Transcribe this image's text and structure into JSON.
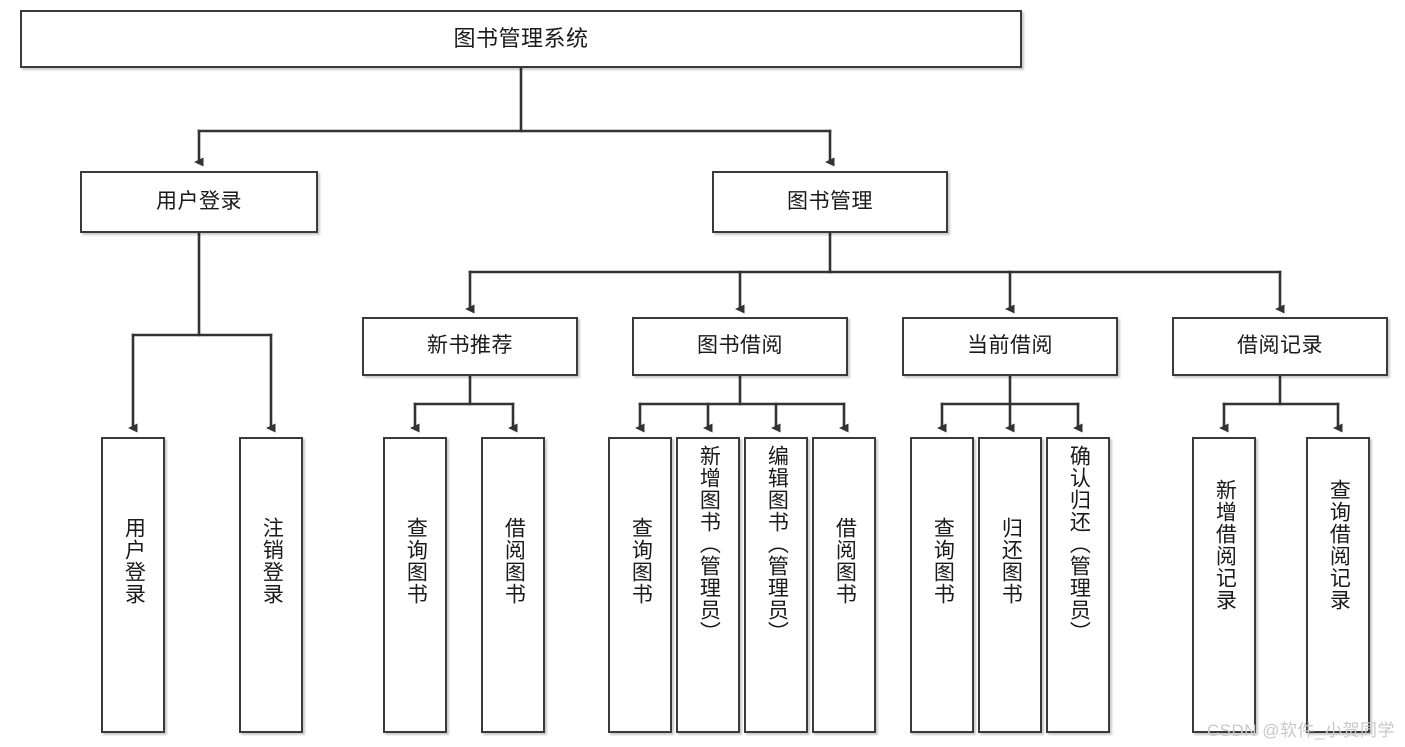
{
  "diagram": {
    "title": "图书管理系统",
    "type": "tree-hierarchy-chart",
    "watermark": "CSDN @软件_小贺同学",
    "colors": {
      "box_border": "#3a3a3a",
      "box_fill": "#ffffff",
      "connector": "#333333",
      "text": "#1a1a1a",
      "watermark": "#c9c9c9"
    }
  },
  "nodes": {
    "root": {
      "label": "图书管理系统"
    },
    "level1": [
      {
        "label": "用户登录"
      },
      {
        "label": "图书管理"
      }
    ],
    "level2": [
      {
        "label": "新书推荐"
      },
      {
        "label": "图书借阅"
      },
      {
        "label": "当前借阅"
      },
      {
        "label": "借阅记录"
      }
    ],
    "leaves": {
      "user_login": [
        {
          "label": "用户登录"
        },
        {
          "label": "注销登录"
        }
      ],
      "new_book_recommend": [
        {
          "label": "查询图书"
        },
        {
          "label": "借阅图书"
        }
      ],
      "book_borrow": [
        {
          "label": "查询图书"
        },
        {
          "label": "新增图书（管理员）"
        },
        {
          "label": "编辑图书（管理员）"
        },
        {
          "label": "借阅图书"
        }
      ],
      "current_borrow": [
        {
          "label": "查询图书"
        },
        {
          "label": "归还图书"
        },
        {
          "label": "确认归还（管理员）"
        }
      ],
      "borrow_record": [
        {
          "label": "新增借阅记录"
        },
        {
          "label": "查询借阅记录"
        }
      ]
    }
  }
}
